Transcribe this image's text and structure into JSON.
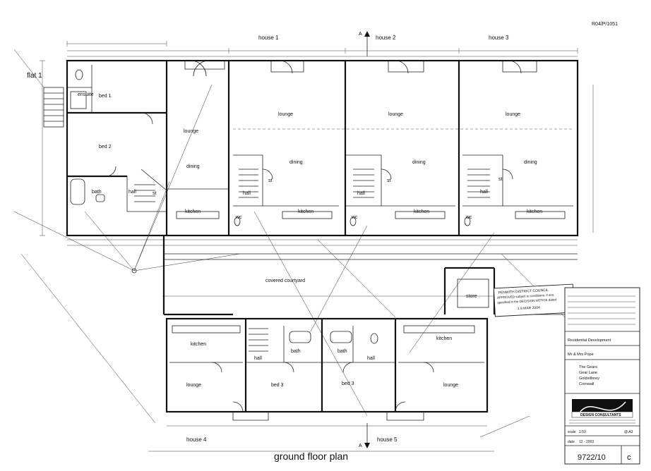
{
  "drawing": {
    "ref_top": "R04/P/1051",
    "title": "ground floor plan",
    "section_marker": "A"
  },
  "labels": {
    "flat1": "flat 1",
    "house1": "house 1",
    "house2": "house 2",
    "house3": "house 3",
    "house4": "house 4",
    "house5": "house 5",
    "covered_courtyard": "covered courtyard",
    "store": "store",
    "ensuite": "ensuite",
    "bed1": "bed 1",
    "bed2": "bed 2",
    "bed3": "bed 3",
    "bath": "bath",
    "hall": "hall",
    "st": "st",
    "wc": "wc",
    "lounge": "lounge",
    "dining": "dining",
    "kitchen": "kitchen"
  },
  "stamp": {
    "line1": "PENWITH DISTRICT COUNCIL",
    "line2": "APPROVED subject to conditions, if any,",
    "line3": "specified in the DECISION NOTICE dated",
    "date": "1 8 MAR 2004"
  },
  "title_block": {
    "project": "Residential Development",
    "client": "Mr & Mrs Pope",
    "address": [
      "The Gears",
      "Gear Lane",
      "Goldsithney",
      "Cornwall"
    ],
    "firm": "DESIGN CONSULTANTS",
    "scale_label": "scale",
    "scale": "1:50",
    "sheet": "@ A3",
    "date_label": "date",
    "date": "12 - 2003",
    "drawing_no": "9722/10",
    "revision": "c"
  }
}
